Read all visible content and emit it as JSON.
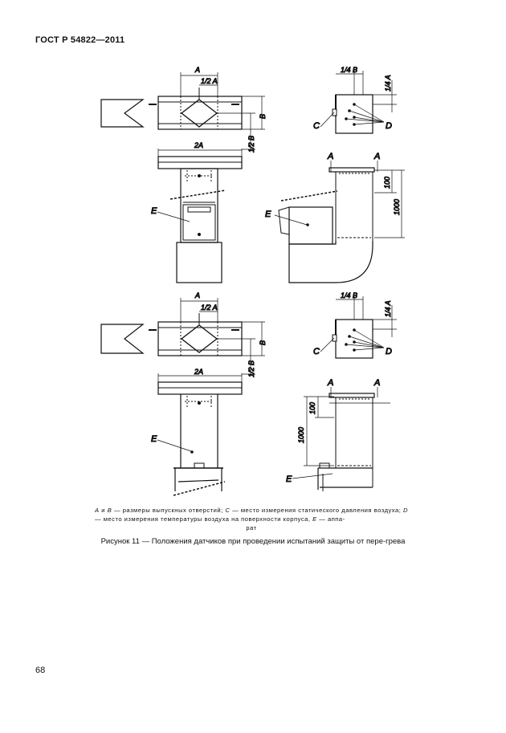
{
  "header": {
    "doc_id": "ГОСТ Р 54822—2011"
  },
  "figure": {
    "labels": {
      "a": "A",
      "b": "B",
      "c": "C",
      "d": "D",
      "e": "E",
      "half_a": "1/2 A",
      "half_b": "1/2 B",
      "two_a": "2A",
      "quarter_b": "1/4 B",
      "quarter_a": "1/4 A",
      "dim_100": "100",
      "dim_1000": "1000"
    }
  },
  "legend": {
    "a": "A",
    "and": " и ",
    "b": "B",
    "b_text": " — размеры выпускных отверстий; ",
    "c": "C",
    "c_text": " — место измерения статического давления воздуха; ",
    "d": "D",
    "d_text": " — место измерения температуры воздуха на поверхности корпуса, ",
    "e": "E",
    "e_text": " — аппа-",
    "tail": "рат"
  },
  "caption": {
    "text": "Рисунок 11 — Положения датчиков при проведении испытаний защиты от пере-грева"
  },
  "page": {
    "number": "68"
  }
}
